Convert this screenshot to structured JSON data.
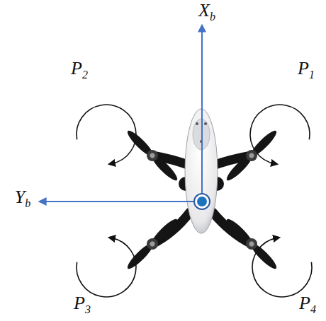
{
  "diagram": {
    "labels": [
      "Xb",
      "P2",
      "P1",
      "Yb",
      "P3",
      "P4"
    ]
  }
}
